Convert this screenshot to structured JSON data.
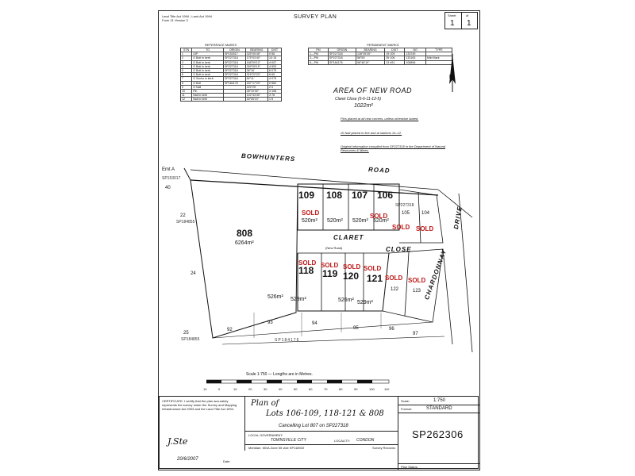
{
  "header": {
    "acts_line1": "Land Title Act 1994 ; Land Act 1994",
    "acts_line2": "Form 21 Version 3",
    "title": "SURVEY PLAN",
    "sheet_label": "Sheet",
    "sheet_of": "of",
    "sheet_num": "1",
    "sheet_total": "1"
  },
  "reference_marks": {
    "title": "REFERENCE MARKS",
    "columns": [
      "STN",
      "TO",
      "ORIGIN",
      "BEARING",
      "DIST"
    ],
    "rows": [
      [
        "1",
        "GIP",
        "SP153017",
        "325°05'45\"",
        "0·56"
      ],
      [
        "2",
        "O Bolt in kerb",
        "SP227318",
        "175°03'40\"",
        "10·15"
      ],
      [
        "3",
        "O Bolt in kerb",
        "SP227318",
        "168°09'10\"",
        "4·007"
      ],
      [
        "4",
        "O Bolt in kerb",
        "SP227318",
        "269°05'15\"",
        "4·553"
      ],
      [
        "5",
        "O Bolt in kerb",
        "SP227318",
        "36°16'",
        "6·075"
      ],
      [
        "6",
        "O Bolt in kerb",
        "SP227318",
        "315°22'20\"",
        "6·65"
      ],
      [
        "7",
        "O Screw in kerb",
        "SP227318",
        "84°11'",
        "4·075"
      ],
      [
        "8",
        "O Bolt",
        "SP184176",
        "187°17'20\"",
        "0·582"
      ],
      [
        "9",
        "O Nail",
        "",
        "222°25'",
        "2·0"
      ],
      [
        "10",
        "Pin",
        "",
        "28°10'30\"",
        "3·108"
      ],
      [
        "11",
        "Nail in kerb",
        "",
        "142°43'40\"",
        "3·76"
      ],
      [
        "12",
        "Nail in kerb",
        "",
        "30°05'10\"",
        "1·5"
      ]
    ]
  },
  "permanent_marks": {
    "title": "PERMANENT MARKS",
    "columns": [
      "PM",
      "ORIGIN",
      "BEARING",
      "DIST",
      "NO",
      "TYPE"
    ],
    "rows": [
      [
        "1—PM",
        "SP227318",
        "138°05'30\"",
        "19·109",
        "133749",
        ""
      ],
      [
        "3—PM",
        "SP227318",
        "58°50'",
        "35·106",
        "133163",
        "Mild Mark"
      ],
      [
        "8—PM",
        "SP184176",
        "98°48'10\"",
        "13·491",
        "108896",
        ""
      ]
    ]
  },
  "area_block": {
    "title": "AREA OF NEW ROAD",
    "subtitle": "Claret Close (5-6-11-12-5)",
    "area": "1022m²"
  },
  "notes": [
    "Pins placed at all new corners, unless otherwise stated.",
    "GI Nail placed in line and at stations 14–12.",
    "Original information compiled from SP227318 in the Department of Natural Resources & Mines."
  ],
  "roads": {
    "bowhunters": "BOWHUNTERS",
    "road": "ROAD",
    "claret": "CLARET",
    "close": "CLOSE",
    "new_road": "(New Road)",
    "chardonnay": "CHARDONNAY",
    "drive": "DRIVE"
  },
  "lots": [
    {
      "num": "109",
      "area": "520m²",
      "sold": false
    },
    {
      "num": "108",
      "area": "520m²",
      "sold": false
    },
    {
      "num": "107",
      "area": "520m²",
      "sold": false
    },
    {
      "num": "106",
      "area": "520m²",
      "sold": true
    },
    {
      "num": "118",
      "area": "526m²",
      "sold": true
    },
    {
      "num": "119",
      "area": "529m²",
      "sold": true
    },
    {
      "num": "120",
      "area": "526m²",
      "sold": true
    },
    {
      "num": "121",
      "area": "529m²",
      "sold": true
    },
    {
      "num": "808",
      "area": "6264m²",
      "sold": false
    }
  ],
  "neighbour_lots": [
    "105",
    "104",
    "122",
    "123",
    "93",
    "94",
    "95",
    "96",
    "97",
    "92",
    "22",
    "24",
    "25",
    "40"
  ],
  "sold_label": "SOLD",
  "plan_refs": {
    "sp_top": "SP227318",
    "sp_bottom": "SP184176",
    "sp_left1": "SP184855",
    "sp_left2": "SP184855",
    "easement": "Emt A",
    "easement_sp": "SP153017"
  },
  "scale_bar": {
    "caption": "Scale 1:750 — Lengths are in Metres.",
    "ticks": [
      "10",
      "0",
      "10",
      "20",
      "30",
      "40",
      "50",
      "60",
      "70",
      "80",
      "90",
      "100",
      "110"
    ]
  },
  "title_block": {
    "certificate_text": "CERTIFICATE: I certify that the plan accurately represents the survey under the Survey and Mapping Infrastructure Act 2003 and the Land Title Act 1994.",
    "signature_date": "20/6/2007",
    "date_label": "Date",
    "plan_of": "Plan of",
    "lots_line": "Lots 106-109, 118-121 & 808",
    "cancelling": "Cancelling Lot 807 on SP227318",
    "local_gov_label": "LOCAL GOVERNMENT:",
    "local_gov": "TOWNSVILLE CITY",
    "locality_label": "LOCALITY:",
    "locality": "CONDON",
    "meridian": "Meridian: MGA Zone 55 vide SP118920",
    "survey_label": "Survey Records:",
    "survey_value": "",
    "scale_label": "Scale:",
    "scale": "1:750",
    "format_label": "Format:",
    "format": "STANDARD",
    "sp_number": "SP262306",
    "plan_status": "Plan Status:"
  },
  "north_arrow": "N"
}
